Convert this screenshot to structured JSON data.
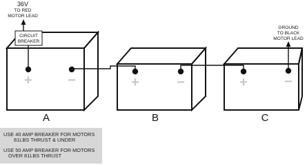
{
  "labels": {
    "voltage": "36V",
    "red_lead_1": "TO RED",
    "red_lead_2": "MOTOR LEAD",
    "breaker_1": "CIRCUIT",
    "breaker_2": "BREAKER",
    "ground_1": "GROUND",
    "ground_2": "TO BLACK",
    "ground_3": "MOTOR LEAD",
    "battery_a": "A",
    "battery_b": "B",
    "battery_c": "C",
    "plus": "+",
    "minus": "−"
  },
  "notes": {
    "note1_line1": "USE 40 AMP BREAKER FOR MOTORS",
    "note1_line2": "81LBS THRUST & UNDER",
    "note2_line1": "USE 50 AMP BREAKER FOR MOTORS",
    "note2_line2": "OVER 81LBS THRUST"
  },
  "colors": {
    "line": "#111111",
    "terminal_sign": "#c8c8c8",
    "note_bg": "#d7d7d7"
  }
}
